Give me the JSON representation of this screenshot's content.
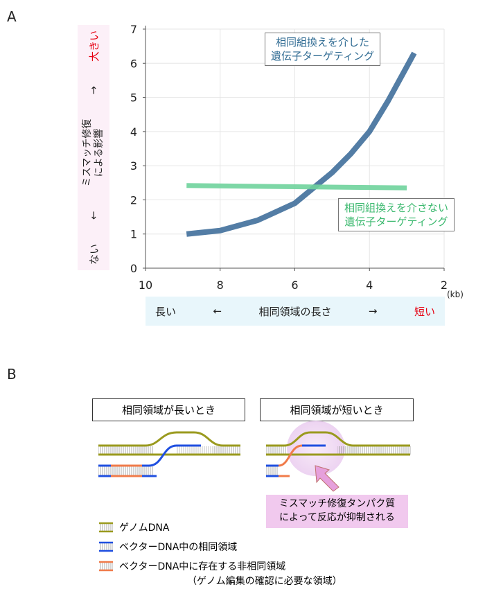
{
  "panel_a_label": "A",
  "panel_b_label": "B",
  "chart_data": {
    "type": "line",
    "xlim": [
      10,
      2
    ],
    "ylim": [
      0,
      7
    ],
    "xticks": [
      "10",
      "8",
      "6",
      "4",
      "2"
    ],
    "yticks": [
      "0",
      "1",
      "2",
      "3",
      "4",
      "5",
      "6",
      "7"
    ],
    "x_unit": "(kb)",
    "grid": true,
    "series": [
      {
        "name": "相同組換えを介した 遺伝子ターゲティング",
        "color": "#4a76a0",
        "x": [
          8.9,
          8,
          7,
          6,
          5,
          4.5,
          4,
          3.5,
          3.2,
          2.8
        ],
        "y": [
          1.0,
          1.1,
          1.4,
          1.9,
          2.8,
          3.35,
          4.0,
          4.9,
          5.5,
          6.3
        ]
      },
      {
        "name": "相同組換えを介さない 遺伝子ターゲティング",
        "color": "#6fd39c",
        "x": [
          8.9,
          3.0
        ],
        "y": [
          2.42,
          2.35
        ]
      }
    ],
    "series_labels": [
      [
        "相同組換えを介した",
        "遺伝子ターゲティング"
      ],
      [
        "相同組換えを介さない",
        "遺伝子ターゲティング"
      ]
    ],
    "ylabel": {
      "low": "ない",
      "low_arrow": "←",
      "line1": "ミスマッチ修復",
      "line2": "による影響",
      "high_arrow": "→",
      "high": "大きい"
    },
    "xlabel": {
      "left": "長い",
      "left_arrow": "←",
      "center": "相同領域の長さ",
      "right_arrow": "→",
      "right": "短い"
    }
  },
  "diagram": {
    "long_title": "相同領域が長いとき",
    "short_title": "相同領域が短いとき",
    "callout": [
      "ミスマッチ修復タンパク質",
      "によって反応が抑制される"
    ],
    "legend": [
      {
        "label": "ゲノムDNA",
        "color": "#9a9a1e"
      },
      {
        "label": "ベクターDNA中の相同領域",
        "color": "#1f4fe0"
      },
      {
        "label": "ベクターDNA中に存在する非相同領域",
        "color": "#f07b4a"
      }
    ],
    "legend_note": "（ゲノム編集の確認に必要な領域）"
  }
}
